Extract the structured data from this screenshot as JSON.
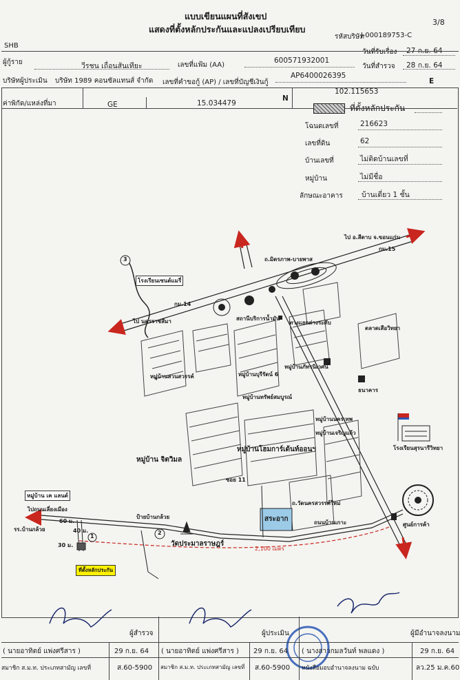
{
  "header": {
    "title_line1": "แบบเขียนแผนที่สังเขป",
    "title_line2": "แสดงที่ตั้งหลักประกันและแปลงเปรียบเทียบ",
    "page_no": "3/8",
    "company_code_label": "รหัสบริษัท",
    "company_code": "J-000189753-C",
    "bank": "SHB"
  },
  "form": {
    "borrower_label": "ผู้กู้ราย",
    "borrower": "วีรชน เถื่อนสันเทียะ",
    "file_no_label": "เลขที่แฟ้ม (AA)",
    "file_no": "600571932001",
    "received_label": "วันที่รับเรื่อง",
    "received": "27 ก.ย. 64",
    "appraiser_label": "บริษัทผู้ประเมิน",
    "appraiser": "บริษัท 1989 คอนซัลแทนส์ จำกัด",
    "request_no_label": "เลขที่คำขอกู้ (AP) / เลขที่บัญชีเงินกู้",
    "request_no": "AP6400026395",
    "survey_label": "วันที่สำรวจ",
    "survey": "28 ก.ย. 64",
    "coord_label": "ค่าพิกัด/แหล่งที่มา",
    "coord_source": "GE",
    "lat": "15.034479",
    "n": "N",
    "lon": "102.115653",
    "e": "E"
  },
  "legend": {
    "collateral_label": "ที่ตั้งหลักประกัน",
    "rows": [
      {
        "label": "โฉนดเลขที่",
        "value": "216623"
      },
      {
        "label": "เลขที่ดิน",
        "value": "62"
      },
      {
        "label": "บ้านเลขที่",
        "value": "ไม่ติดบ้านเลขที่"
      },
      {
        "label": "หมู่บ้าน",
        "value": "ไม่มีชื่อ"
      },
      {
        "label": "ลักษณะอาคาร",
        "value": "บ้านเดี่ยว 1 ชั้น"
      }
    ]
  },
  "map": {
    "labels": {
      "road_top": "ถ.มิตรภาพ-บายพาส",
      "to_khonkaen": "ไป อ.สีดาบ จ.ขอนแก่น",
      "km15": "กม.15",
      "hospital": "โรงเรียนเซนต์แมรี่",
      "km14": "กม.14",
      "to_korat": "ไป นครราชสีมา",
      "interchange": "ทางแยกต่างระดับ",
      "station": "สถานีบริการน้ำมัน",
      "market": "ตลาดเสือวิทยา",
      "village_a": "หมู่บ้านสวนสวรรค์",
      "village_b": "หมู่บ้านบุรีรัตน์ 6",
      "village_c": "หมู่บ้านภัทรนิเวศน์",
      "village_d": "หมู่บ้านทรัพย์สมบูรณ์",
      "village_e": "หมู่บ้านนครเทพ",
      "village_f": "หมู่บ้านเจริญแก้ว",
      "school": "โรงเรียนสุรนารีวิทยา",
      "bank_label": "ธนาคาร",
      "village_g": "หมู่บ้าน จิตวิมล",
      "village_h": "หมู่บ้านโฮมการ์เด้นท์ออนฯ",
      "soi": "ซอย 11",
      "lake": "สระอาก",
      "road_mid": "ถนนบ้านเกาะ",
      "road_mid2": "ถ.วัดนครสวรรค์ใหม่",
      "mall": "ศูนย์การค้า",
      "village_i": "หมู่บ้าน เค แลนด์",
      "to_city": "ไปถนนเลี่ยงเมือง",
      "road_left": "รร.บ้านกล้วย",
      "sign": "ป้ายบ้านกล้วย",
      "temple": "วัดประมาลราษฎร์",
      "dist": "2,100 เมตร",
      "d40": "40 ม.",
      "d60": "60 ม.",
      "d30": "30 ม.",
      "collateral_tag": "ที่ตั้งหลักประกัน",
      "n1": "1",
      "n2": "2",
      "n3": "3"
    }
  },
  "signatures": [
    {
      "role": "ผู้สำรวจ",
      "name": "( นายอาทิตย์ แพ่งศรีสาร )",
      "date": "29 ก.ย. 64",
      "member_label": "สมาชิก ส.ม.ท. ประเภทสามัญ เลขที่",
      "member_no": "ส.60-5900"
    },
    {
      "role": "ผู้ประเมิน",
      "name": "( นายอาทิตย์ แพ่งศรีสาร )",
      "date": "29 ก.ย. 64",
      "member_label": "สมาชิก ส.ม.ท. ประเภทสามัญ เลขที่",
      "member_no": "ส.60-5900"
    },
    {
      "role": "ผู้มีอำนาจลงนาม",
      "name": "( นางสาวกมลวันท์ พลแดง )",
      "date": "29 ก.ย. 64",
      "member_label": "หนังสือมอบอำนาจลงนาม ฉบับ",
      "member_no": "ลว.25 ม.ค.60"
    }
  ],
  "colors": {
    "road_red": "#c8261e",
    "highlight": "#fff200",
    "lake": "#9ccbe8",
    "stamp": "#2a57b5"
  }
}
